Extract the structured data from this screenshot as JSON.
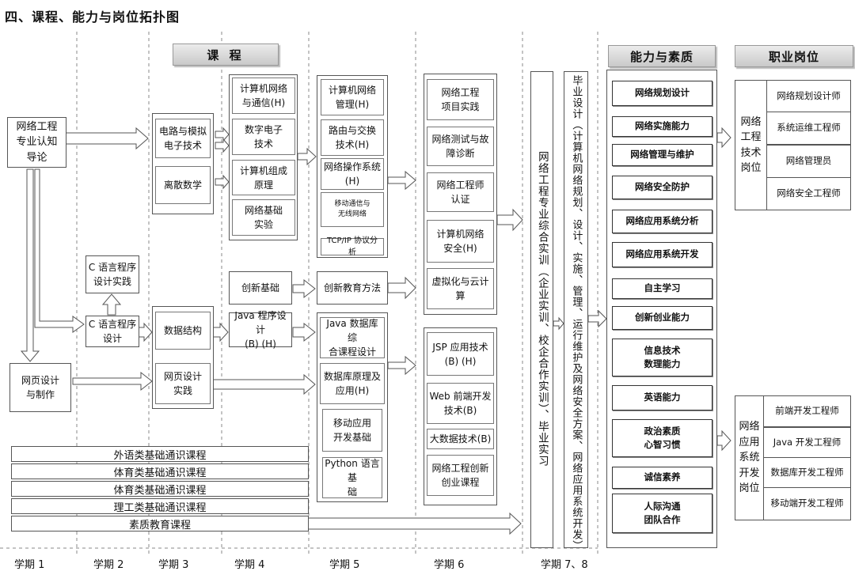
{
  "title": "四、课程、能力与岗位拓扑图",
  "headers": {
    "courses": "课  程",
    "abilities": "能力与素质",
    "jobs": "职业岗位"
  },
  "courses": {
    "intro": "网络工程\n专业认知\n导论",
    "circuits": "电路与模拟\n电子技术",
    "discrete_math": "离散数学",
    "c_practice": "C 语言程序\n设计实践",
    "c_design": "C 语言程序\n设计",
    "web_design": "网页设计\n与制作",
    "data_structures": "数据结构",
    "web_practice": "网页设计\n实践",
    "comm_networks": "计算机网络\n与通信(H)",
    "digital_electronics": "数字电子\n技术",
    "computer_org": "计算机组成\n原理",
    "network_basics_exp": "网络基础\n实验",
    "innovation_basics": "创新基础",
    "java_design": "Java 程序设计\n(B) (H)",
    "network_mgmt": "计算机网络\n管理(H)",
    "routing_switching": "路由与交换\n技术(H)",
    "network_os": "网络操作系统\n(H)",
    "mobile_comm": "移动通信与\n无线网络",
    "tcpip": "TCP/IP 协议分析",
    "innovation_methods": "创新教育方法",
    "java_db": "Java 数据库综\n合课程设计",
    "db_principles": "数据库原理及\n应用(H)",
    "mobile_dev": "移动应用\n开发基础",
    "python": "Python 语言基\n础",
    "project_practice": "网络工程\n项目实践",
    "testing": "网络测试与故\n障诊断",
    "certification": "网络工程师\n认证",
    "security": "计算机网络\n安全(H)",
    "virtualization": "虚拟化与云计\n算",
    "jsp": "JSP 应用技术\n(B) (H)",
    "web_frontend": "Web 前端开发\n技术(B)",
    "big_data": "大数据技术(B)",
    "innovation_course": "网络工程创新\n创业课程",
    "comprehensive_training": "网络工程专业综合实训（企业实训、校企合作实训）、毕业实习",
    "graduation_design": "毕业设计（计算机网络规划、设计、实施、管理、运行维护及网络安全方案、网络应用系统开发）",
    "general_foreign": "外语类基础通识课程",
    "general_sports1": "体育类基础通识课程",
    "general_sports2": "体育类基础通识课程",
    "general_science": "理工类基础通识课程",
    "quality_education": "素质教育课程"
  },
  "abilities": [
    "网络规划设计",
    "网络实施能力",
    "网络管理与维护",
    "网络安全防护",
    "网络应用系统分析",
    "网络应用系统开发",
    "自主学习",
    "创新创业能力",
    "信息技术\n数理能力",
    "英语能力",
    "政治素质\n心智习惯",
    "诚信素养",
    "人际沟通\n团队合作"
  ],
  "jobs": {
    "group1_label": "网络\n工程\n技术\n岗位",
    "group1_items": [
      "网络规划设计师",
      "系统运维工程师",
      "网络管理员",
      "网络安全工程师"
    ],
    "group2_label": "网络\n应用\n系统\n开发\n岗位",
    "group2_items": [
      "前端开发工程师",
      "Java 开发工程师",
      "数据库开发工程师",
      "移动端开发工程师"
    ]
  },
  "semesters": [
    "学期 1",
    "学期 2",
    "学期 3",
    "学期 4",
    "学期 5",
    "学期 6",
    "学期 7、8"
  ]
}
